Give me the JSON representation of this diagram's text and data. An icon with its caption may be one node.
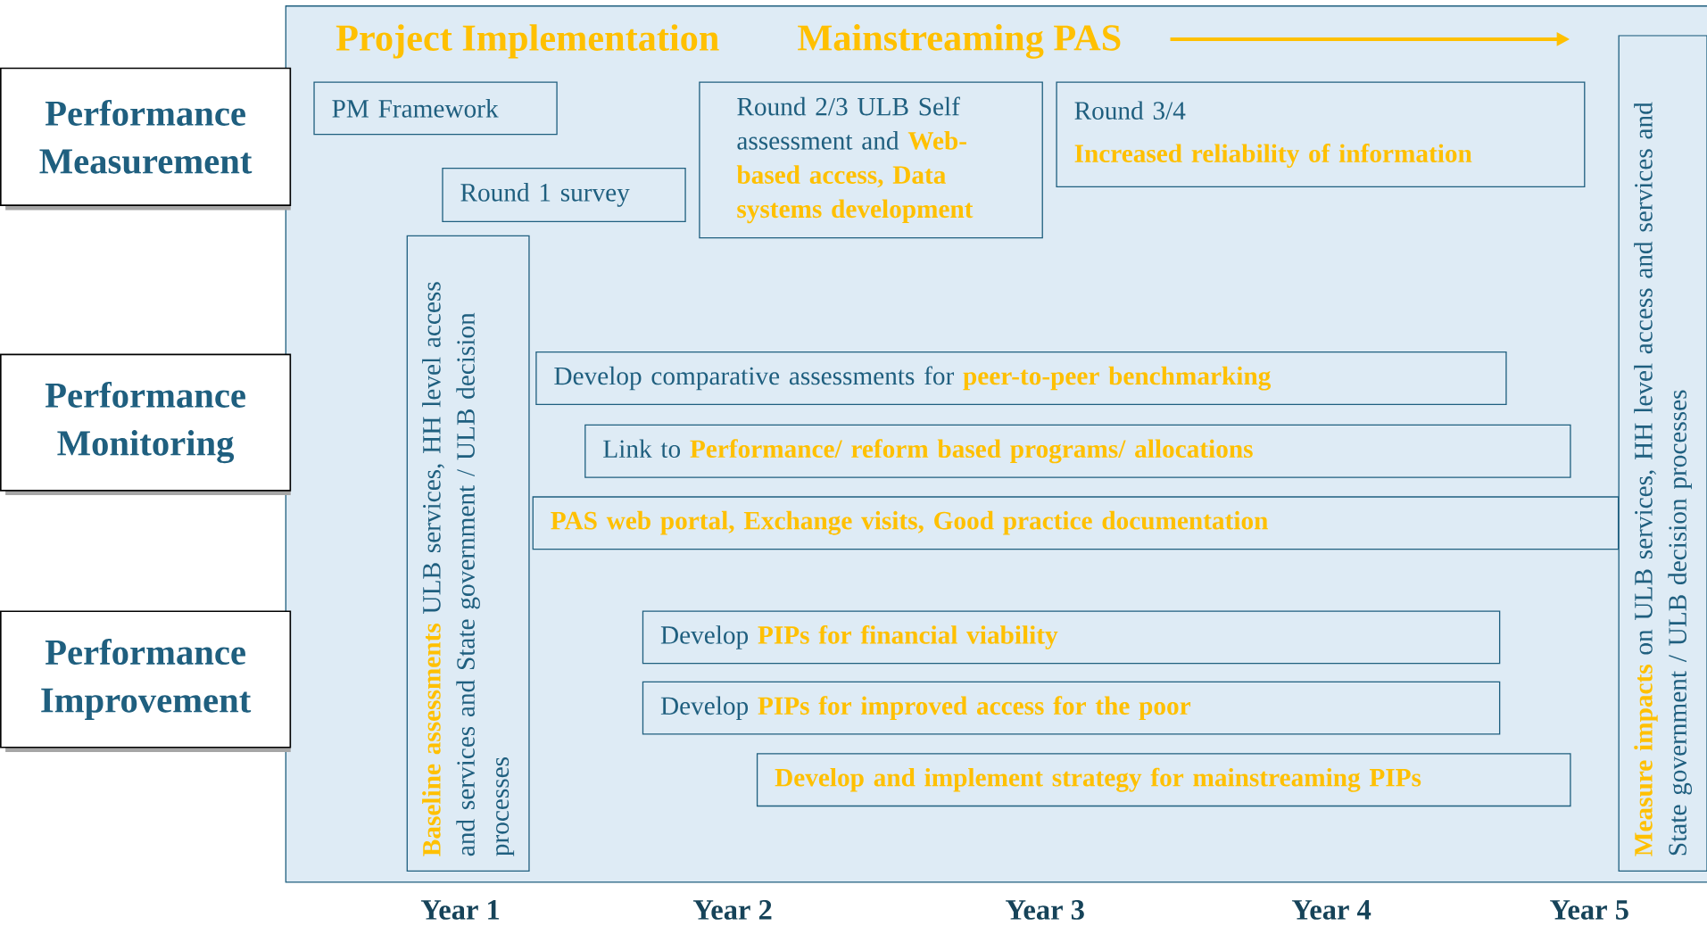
{
  "diagram": {
    "nodes": [
      {
        "text": [
          "Performance Measurement"
        ]
      },
      {
        "text": [
          "Performance Monitoring"
        ]
      },
      {
        "text": [
          "Performance Improvement"
        ]
      },
      {
        "text": [
          "Project Implementation",
          "Mainstreaming PAS"
        ]
      },
      {
        "text": [
          "PM Framework"
        ],
        "in": 3
      },
      {
        "text": [
          "Round 1 survey"
        ],
        "in": 3
      },
      {
        "text": [
          "Round 2/3 ULB Self assessment and",
          "Web-based access, Data systems development"
        ],
        "in": 3
      },
      {
        "text": [
          "Round 3/4",
          "Increased reliability of information"
        ],
        "in": 3
      },
      {
        "text": [
          "Baseline assessments",
          "ULB services, HH level access and services and State government / ULB decision processes"
        ],
        "in": 3
      },
      {
        "text": [
          "Develop comparative assessments for",
          "peer-to-peer benchmarking"
        ],
        "in": 3
      },
      {
        "text": [
          "Link to",
          "Performance/ reform based programs/ allocations"
        ],
        "in": 3
      },
      {
        "text": [
          "PAS web portal,  Exchange visits, Good practice documentation"
        ],
        "in": 3
      },
      {
        "text": [
          "Develop",
          "PIPs for financial viability"
        ],
        "in": 3
      },
      {
        "text": [
          "Develop",
          "PIPs for improved access for the poor"
        ],
        "in": 3
      },
      {
        "text": [
          "Develop and implement strategy for mainstreaming PIPs"
        ],
        "in": 3
      },
      {
        "text": [
          "Measure impacts",
          "on ULB services, HH level access and services and State government / ULB decision processes"
        ],
        "in": 3
      }
    ],
    "labels": [
      "Year 1",
      "Year 2",
      "Year 3",
      "Year 4",
      "Year 5"
    ]
  }
}
